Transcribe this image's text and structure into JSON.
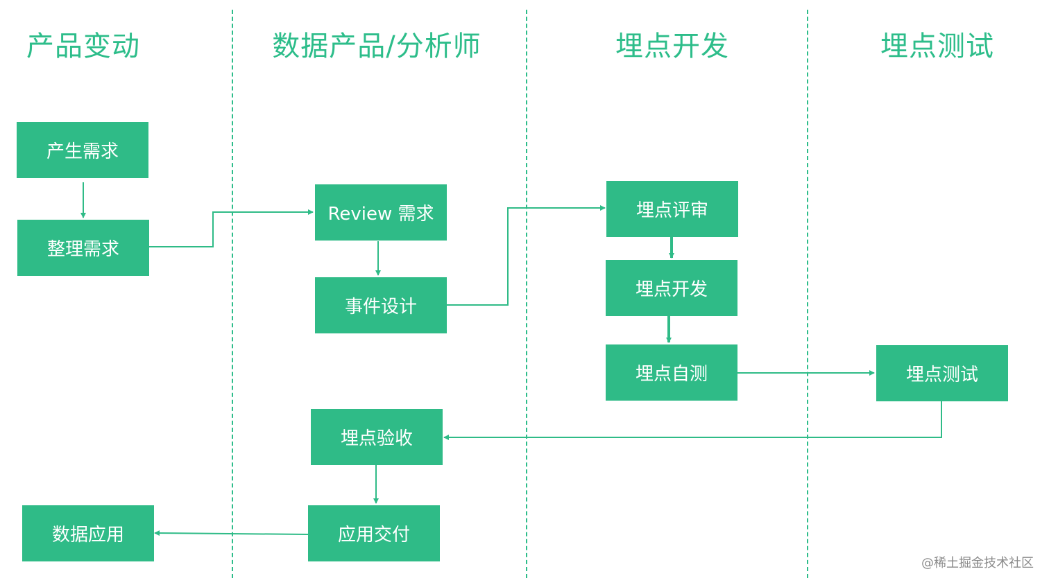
{
  "lanes": {
    "product": "产品变动",
    "data_analyst": "数据产品/分析师",
    "dev": "埋点开发",
    "test": "埋点测试"
  },
  "nodes": {
    "create_req": "产生需求",
    "organize_req": "整理需求",
    "review_req": "Review 需求",
    "event_design": "事件设计",
    "tracking_review": "埋点评审",
    "tracking_dev": "埋点开发",
    "self_test": "埋点自测",
    "tracking_test": "埋点测试",
    "acceptance": "埋点验收",
    "delivery": "应用交付",
    "data_app": "数据应用"
  },
  "watermark": "@稀土掘金技术社区",
  "colors": {
    "accent": "#2fbb87",
    "title": "#2dbd8a",
    "box_text": "#ffffff"
  }
}
